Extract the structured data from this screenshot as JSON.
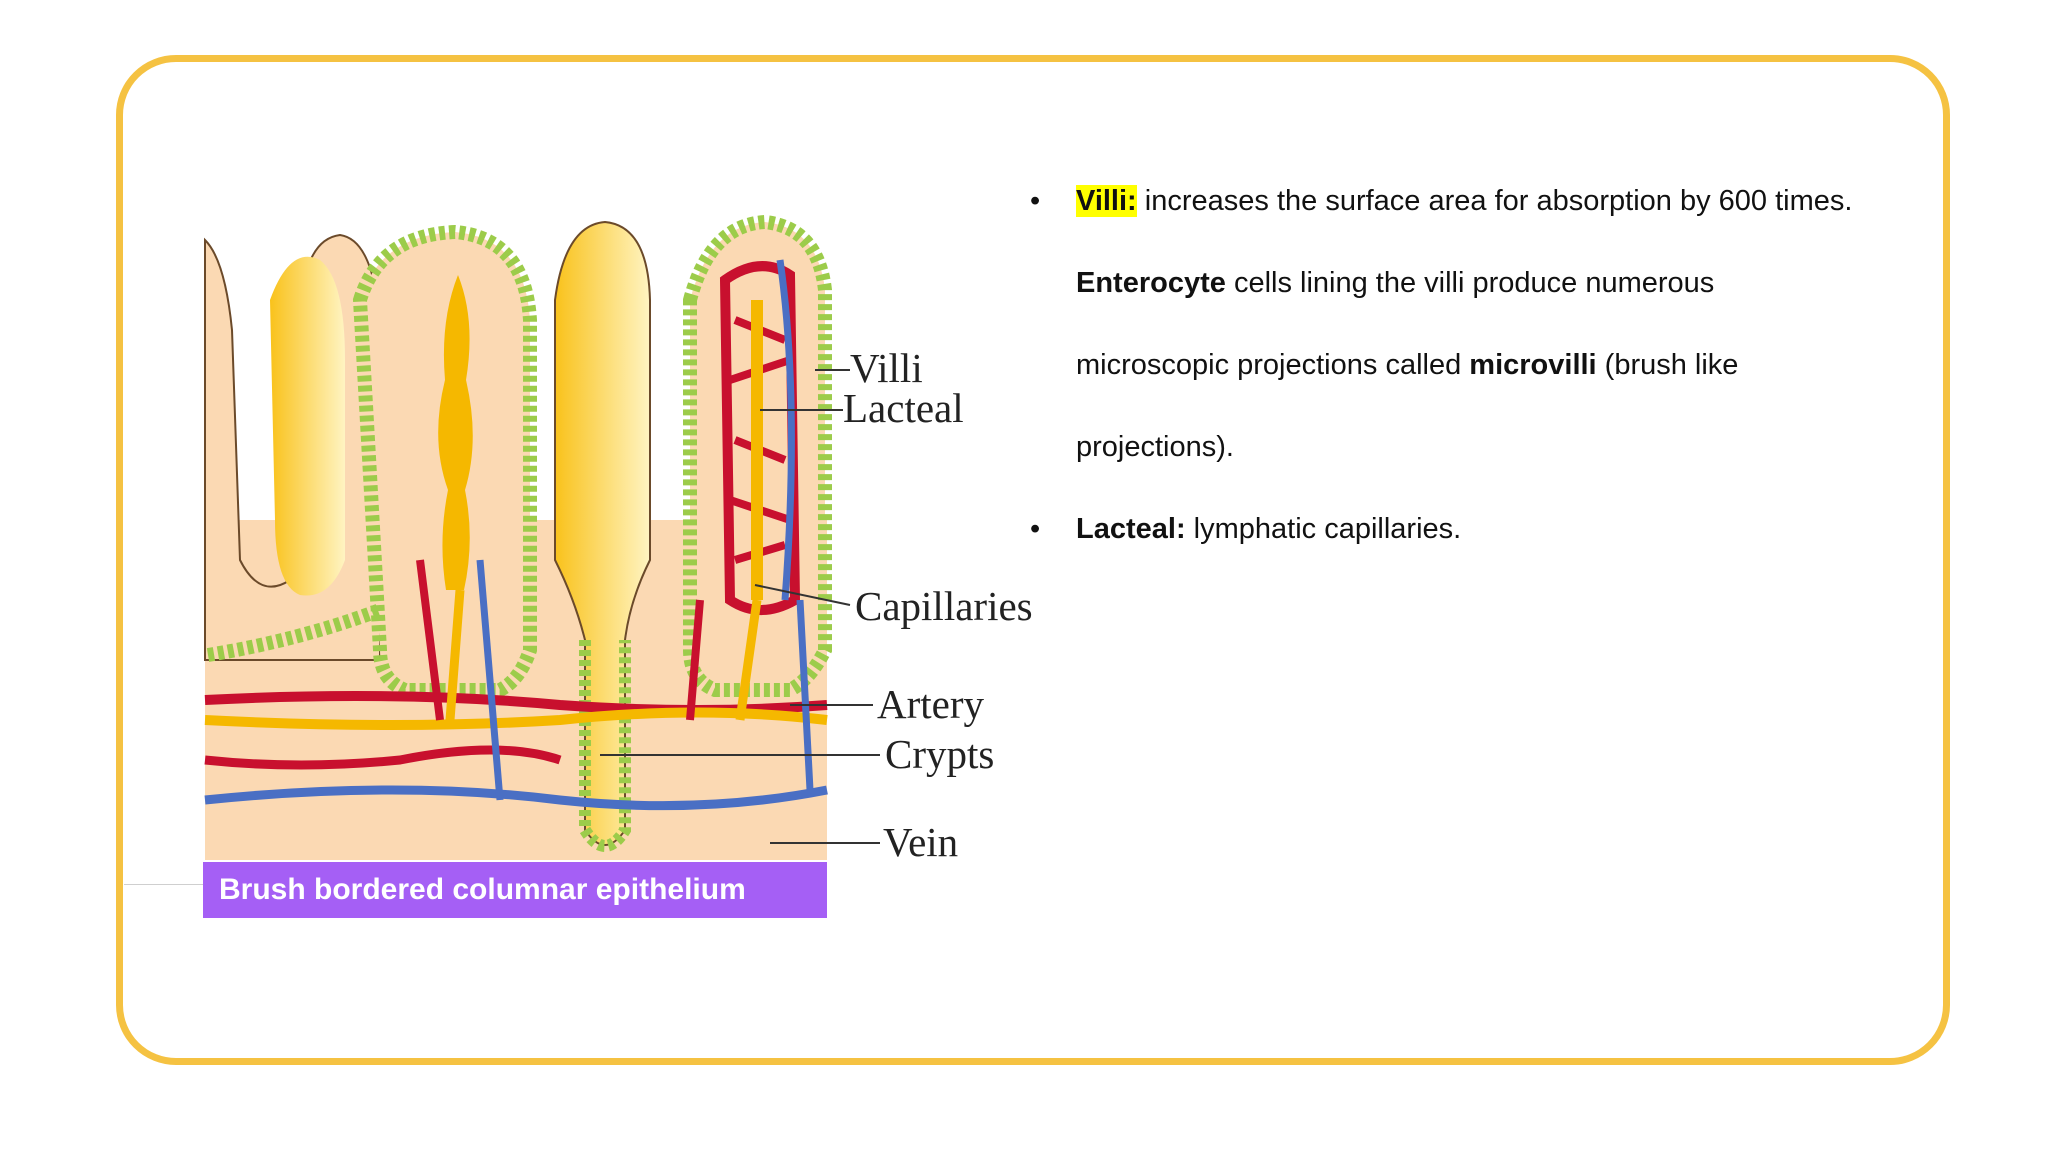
{
  "diagram": {
    "labels": {
      "villi": "Villi",
      "lacteal": "Lacteal",
      "capillaries": "Capillaries",
      "artery": "Artery",
      "crypts": "Crypts",
      "vein": "Vein"
    },
    "caption": "Brush bordered columnar epithelium"
  },
  "bullets": {
    "bullet_char": "•",
    "b1": {
      "term": "Villi:",
      "text": " increases the surface area for absorption by 600 times.",
      "term2": "Enterocyte",
      "line2": " cells lining the villi produce numerous",
      "line3_pre": "microscopic projections called ",
      "term3": "microvilli",
      "line3_post": " (brush like",
      "line4": "projections)."
    },
    "b2": {
      "term": "Lacteal:",
      "text": " lymphatic capillaries."
    }
  },
  "colors": {
    "frame": "#f5c242",
    "caption_bg": "#a55ff5",
    "highlight": "#ffff00",
    "artery": "#c8102e",
    "vein": "#4a6fc4",
    "lymph": "#f5b800",
    "epithelium": "#9ccc4a",
    "tissue": "#fbd9b3"
  }
}
